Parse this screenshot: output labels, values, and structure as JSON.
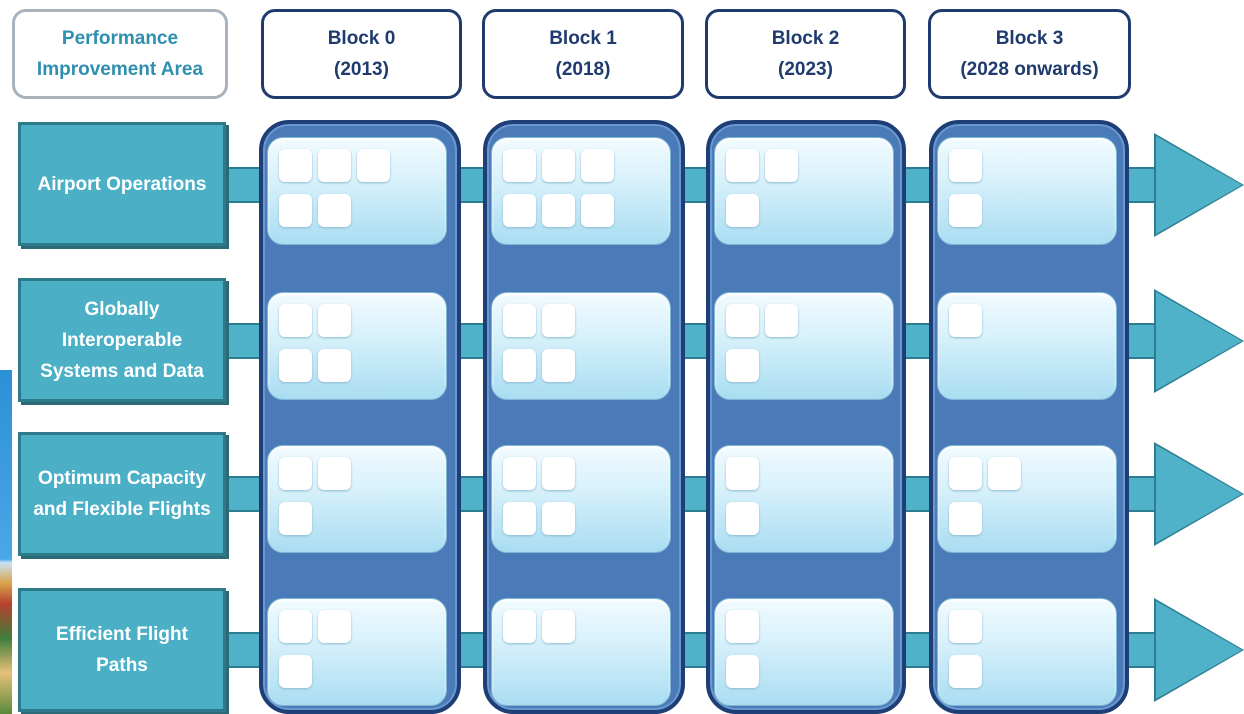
{
  "header": {
    "area_label": "Performance\nImprovement Area",
    "blocks": [
      {
        "line1": "Block 0",
        "line2": "(2013)"
      },
      {
        "line1": "Block 1",
        "line2": "(2018)"
      },
      {
        "line1": "Block 2",
        "line2": "(2023)"
      },
      {
        "line1": "Block 3",
        "line2": "(2028 onwards)"
      }
    ]
  },
  "rows": [
    {
      "label": "Airport Operations",
      "counts": [
        5,
        6,
        3,
        2
      ]
    },
    {
      "label": "Globally Interoperable Systems and Data",
      "counts": [
        4,
        4,
        3,
        1
      ]
    },
    {
      "label": "Optimum Capacity and Flexible Flights",
      "counts": [
        3,
        4,
        2,
        3
      ]
    },
    {
      "label": "Efficient Flight Paths",
      "counts": [
        3,
        2,
        2,
        2
      ]
    }
  ],
  "label_lines": [
    [
      "Airport Operations"
    ],
    [
      "Globally",
      "Interoperable",
      "Systems and Data"
    ],
    [
      "Optimum Capacity",
      "and Flexible Flights"
    ],
    [
      "Efficient Flight",
      "Paths"
    ]
  ],
  "colors": {
    "arrow": "#4fb2c8",
    "column": "#4a7ab8",
    "column_border": "#1d3f75",
    "header_text": "#1f3b6e",
    "area_text": "#2f8fb0"
  }
}
